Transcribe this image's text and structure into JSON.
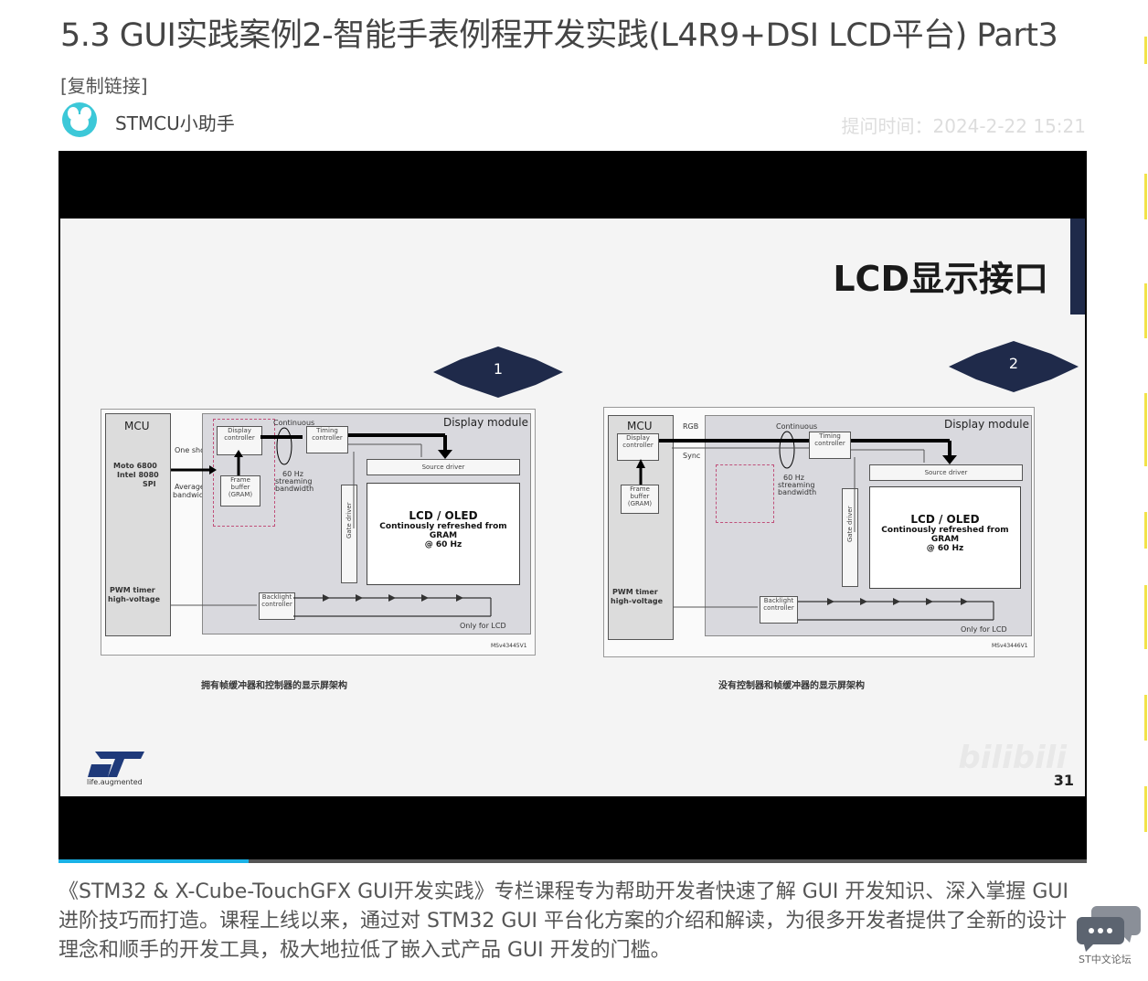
{
  "post": {
    "title": "5.3 GUI实践案例2-智能手表例程开发实践(L4R9+DSI LCD平台) Part3",
    "copy_link": "[复制链接]",
    "author": "STMCU小助手",
    "time_label": "提问时间：2024-2-22 15:21",
    "description": "《STM32 & X-Cube-TouchGFX GUI开发实践》专栏课程专为帮助开发者快速了解 GUI 开发知识、深入掌握 GUI 进阶技巧而打造。课程上线以来，通过对 STM32 GUI 平台化方案的介绍和解读，为很多开发者提供了全新的设计理念和顺手的开发工具，极大地拉低了嵌入式产品 GUI 开发的门槛。"
  },
  "video": {
    "progress": 0.185,
    "slide": {
      "title": "LCD显示接口",
      "page_number": "31",
      "watermark": "bilibili",
      "logo_tagline": "life.augmented",
      "diagram1": {
        "badge": "1",
        "mcu": "MCU",
        "interfaces": [
          "Moto 6800",
          "Intel 8080",
          "SPI"
        ],
        "one_shot": "One shot",
        "average_bw": [
          "Average",
          "bandwidth"
        ],
        "display_module": "Display module",
        "display_controller": [
          "Display",
          "controller"
        ],
        "frame_buffer": [
          "Frame",
          "buffer",
          "(GRAM)"
        ],
        "continuous": "Continuous",
        "streaming": [
          "60 Hz",
          "streaming",
          "bandwidth"
        ],
        "timing_controller": [
          "Timing",
          "controller"
        ],
        "source_driver": "Source driver",
        "gate_driver": "Gate driver",
        "lcd_title": "LCD / OLED",
        "lcd_sub1": "Continously refreshed from GRAM",
        "lcd_sub2": "@ 60 Hz",
        "pwm": [
          "PWM timer",
          "high-voltage"
        ],
        "backlight": [
          "Backlight",
          "controller"
        ],
        "only_lcd": "Only for LCD",
        "ref": "MSv43445V1",
        "caption": "拥有帧缓冲器和控制器的显示屏架构"
      },
      "diagram2": {
        "badge": "2",
        "mcu": "MCU",
        "rgb": "RGB",
        "sync": "Sync",
        "display_module": "Display module",
        "display_controller": [
          "Display",
          "controller"
        ],
        "frame_buffer": [
          "Frame",
          "buffer",
          "(GRAM)"
        ],
        "continuous": "Continuous",
        "streaming": [
          "60 Hz",
          "streaming",
          "bandwidth"
        ],
        "timing_controller": [
          "Timing",
          "controller"
        ],
        "source_driver": "Source driver",
        "gate_driver": "Gate driver",
        "lcd_title": "LCD / OLED",
        "lcd_sub1": "Continously refreshed from GRAM",
        "lcd_sub2": "@ 60 Hz",
        "pwm": [
          "PWM timer",
          "high-voltage"
        ],
        "backlight": [
          "Backlight",
          "controller"
        ],
        "only_lcd": "Only for LCD",
        "ref": "MSv43446V1",
        "caption": "没有控制器和帧缓冲器的显示屏架构"
      }
    }
  },
  "floating": {
    "chat_label": "ST中文论坛"
  },
  "colors": {
    "accent_dark": "#1f2a4a",
    "progress": "#1ab2e6",
    "avatar": "#3cc8d8"
  }
}
